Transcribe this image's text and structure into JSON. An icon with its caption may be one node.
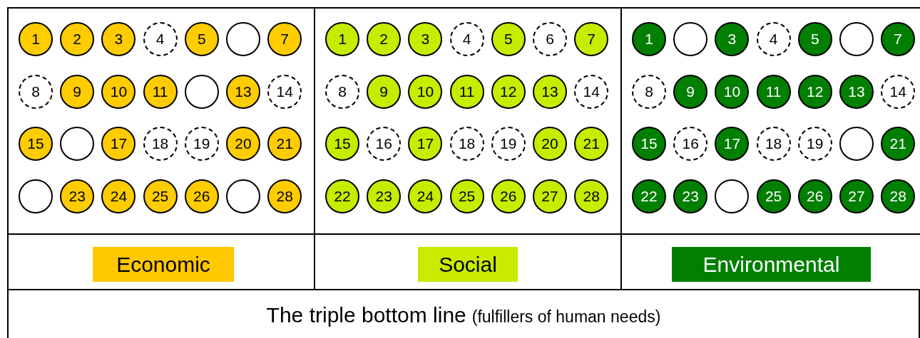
{
  "diagram": {
    "nodes": [
      {
        "text": [],
        "shape": "box"
      },
      {
        "text": [
          "1"
        ],
        "in": 0
      },
      {
        "text": [
          "2"
        ],
        "in": 0
      },
      {
        "text": [
          "3"
        ],
        "in": 0
      },
      {
        "text": [
          "4"
        ],
        "in": 0
      },
      {
        "text": [
          "5"
        ],
        "in": 0
      },
      {
        "text": [],
        "shape": "circle",
        "in": 0
      },
      {
        "text": [
          "7"
        ],
        "in": 0
      },
      {
        "text": [
          "8"
        ],
        "in": 0
      },
      {
        "text": [
          "9"
        ],
        "in": 0
      },
      {
        "text": [
          "10"
        ],
        "in": 0
      },
      {
        "text": [
          "11"
        ],
        "in": 0
      },
      {
        "text": [],
        "shape": "circle",
        "in": 0
      },
      {
        "text": [
          "13"
        ],
        "in": 0
      },
      {
        "text": [
          "14"
        ],
        "in": 0
      },
      {
        "text": [
          "15"
        ],
        "in": 0
      },
      {
        "text": [],
        "shape": "circle",
        "in": 0
      },
      {
        "text": [
          "17"
        ],
        "in": 0
      },
      {
        "text": [
          "18"
        ],
        "in": 0
      },
      {
        "text": [
          "19"
        ],
        "in": 0
      },
      {
        "text": [
          "20"
        ],
        "in": 0
      },
      {
        "text": [
          "21"
        ],
        "in": 0
      },
      {
        "text": [],
        "shape": "circle",
        "in": 0
      },
      {
        "text": [
          "23"
        ],
        "in": 0
      },
      {
        "text": [
          "24"
        ],
        "in": 0
      },
      {
        "text": [
          "25"
        ],
        "in": 0
      },
      {
        "text": [
          "26"
        ],
        "in": 0
      },
      {
        "text": [],
        "shape": "circle",
        "in": 0
      },
      {
        "text": [
          "28"
        ],
        "in": 0
      },
      {
        "text": [],
        "shape": "box"
      },
      {
        "text": [
          "1"
        ],
        "in": 29
      },
      {
        "text": [
          "2"
        ],
        "in": 29
      },
      {
        "text": [
          "3"
        ],
        "in": 29
      },
      {
        "text": [
          "4"
        ],
        "in": 29
      },
      {
        "text": [
          "5"
        ],
        "in": 29
      },
      {
        "text": [
          "6"
        ],
        "in": 29
      },
      {
        "text": [
          "7"
        ],
        "in": 29
      },
      {
        "text": [
          "8"
        ],
        "in": 29
      },
      {
        "text": [
          "9"
        ],
        "in": 29
      },
      {
        "text": [
          "10"
        ],
        "in": 29
      },
      {
        "text": [
          "11"
        ],
        "in": 29
      },
      {
        "text": [
          "12"
        ],
        "in": 29
      },
      {
        "text": [
          "13"
        ],
        "in": 29
      },
      {
        "text": [
          "14"
        ],
        "in": 29
      },
      {
        "text": [
          "15"
        ],
        "in": 29
      },
      {
        "text": [
          "16"
        ],
        "in": 29
      },
      {
        "text": [
          "17"
        ],
        "in": 29
      },
      {
        "text": [
          "18"
        ],
        "in": 29
      },
      {
        "text": [
          "19"
        ],
        "in": 29
      },
      {
        "text": [
          "20"
        ],
        "in": 29
      },
      {
        "text": [
          "21"
        ],
        "in": 29
      },
      {
        "text": [
          "22"
        ],
        "in": 29
      },
      {
        "text": [
          "23"
        ],
        "in": 29
      },
      {
        "text": [
          "24"
        ],
        "in": 29
      },
      {
        "text": [
          "25"
        ],
        "in": 29
      },
      {
        "text": [
          "26"
        ],
        "in": 29
      },
      {
        "text": [
          "27"
        ],
        "in": 29
      },
      {
        "text": [
          "28"
        ],
        "in": 29
      },
      {
        "text": [],
        "shape": "box"
      },
      {
        "text": [
          "1"
        ],
        "in": 58
      },
      {
        "text": [],
        "shape": "circle",
        "in": 58
      },
      {
        "text": [
          "3"
        ],
        "in": 58
      },
      {
        "text": [
          "4"
        ],
        "in": 58
      },
      {
        "text": [
          "5"
        ],
        "in": 58
      },
      {
        "text": [],
        "shape": "circle",
        "in": 58
      },
      {
        "text": [
          "7"
        ],
        "in": 58
      },
      {
        "text": [
          "8"
        ],
        "in": 58
      },
      {
        "text": [
          "9"
        ],
        "in": 58
      },
      {
        "text": [
          "10"
        ],
        "in": 58
      },
      {
        "text": [
          "11"
        ],
        "in": 58
      },
      {
        "text": [
          "12"
        ],
        "in": 58
      },
      {
        "text": [
          "13"
        ],
        "in": 58
      },
      {
        "text": [
          "14"
        ],
        "in": 58
      },
      {
        "text": [
          "15"
        ],
        "in": 58
      },
      {
        "text": [
          "16"
        ],
        "in": 58
      },
      {
        "text": [
          "17"
        ],
        "in": 58
      },
      {
        "text": [
          "18"
        ],
        "in": 58
      },
      {
        "text": [
          "19"
        ],
        "in": 58
      },
      {
        "text": [],
        "shape": "circle",
        "in": 58
      },
      {
        "text": [
          "21"
        ],
        "in": 58
      },
      {
        "text": [
          "22"
        ],
        "in": 58
      },
      {
        "text": [
          "23"
        ],
        "in": 58
      },
      {
        "text": [],
        "shape": "circle",
        "in": 58
      },
      {
        "text": [
          "25"
        ],
        "in": 58
      },
      {
        "text": [
          "26"
        ],
        "in": 58
      },
      {
        "text": [
          "27"
        ],
        "in": 58
      },
      {
        "text": [
          "28"
        ],
        "in": 58
      },
      {
        "text": [
          "Economic"
        ]
      },
      {
        "text": [
          "Social"
        ]
      },
      {
        "text": [
          "Environmental"
        ]
      },
      {
        "text": [
          "The triple bottom line",
          "(fulfillers of human needs)"
        ]
      }
    ]
  }
}
